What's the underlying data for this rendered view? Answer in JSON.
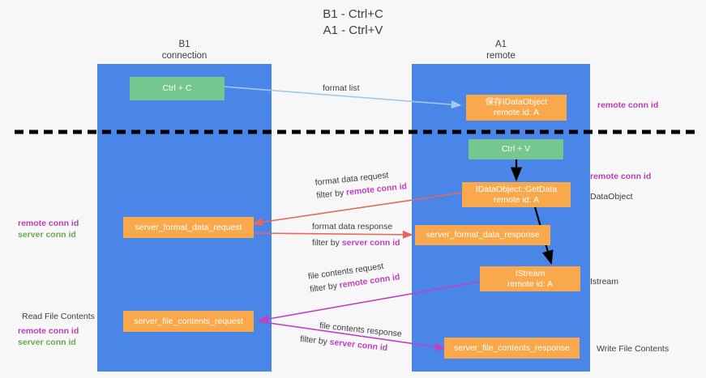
{
  "title": "B1 - Ctrl+C\nA1 - Ctrl+V",
  "columns": [
    {
      "header": "B1\nconnection"
    },
    {
      "header": "A1\nremote"
    }
  ],
  "nodes": {
    "ctrl_c": "Ctrl + C",
    "ctrl_v": "Ctrl + V",
    "idataobject_remote": "保存IDataObject\nremote id: A",
    "idataobject_getdata": "IDataObject::GetData\nremote id: A",
    "server_format_data_request": "server_format_data_request",
    "server_format_data_response": "server_format_data_response",
    "istream_remote": "IStream\nremote id: A",
    "server_file_contents_request": "server_file_contents_request",
    "server_file_contents_response": "server_file_contents_response"
  },
  "edge_labels": {
    "format_list": "format list",
    "format_data_request": "format data request",
    "format_data_request_filter_prefix": "filter by ",
    "format_data_request_filter_key": "remote conn id",
    "format_data_response": "format data response",
    "format_data_response_filter_prefix": "filter by ",
    "format_data_response_filter_key": "server conn id",
    "file_contents_request": "file contents request",
    "file_contents_request_filter_prefix": "filter by ",
    "file_contents_request_filter_key": "remote conn id",
    "file_contents_response": "file contents response",
    "file_contents_response_filter_prefix": "filter by ",
    "file_contents_response_filter_key": "server conn id"
  },
  "side_labels": {
    "right_remote_conn_id_top": "remote conn id",
    "right_remote_conn_id_mid": "remote conn id",
    "right_dataobject": "DataObject",
    "right_istream": "Istream",
    "right_write_file_contents": "Write File Contents",
    "left_remote_conn_id_mid": "remote conn id",
    "left_server_conn_id_mid": "server conn id",
    "left_read_file_contents": "Read File Contents",
    "left_remote_conn_id_bottom": "remote conn id",
    "left_server_conn_id_bottom": "server conn id"
  },
  "colors": {
    "lane": "#4a86e8",
    "node_orange": "#f9a94b",
    "node_green": "#76c68f",
    "remote_conn_id": "#b840b8",
    "server_conn_id": "#6aa84f",
    "divider": "#000000",
    "arrow_format_list": "#a4c8e8",
    "arrow_format_data": "#e8665c",
    "arrow_file_contents": "#c040c0",
    "arrow_black": "#000000"
  }
}
